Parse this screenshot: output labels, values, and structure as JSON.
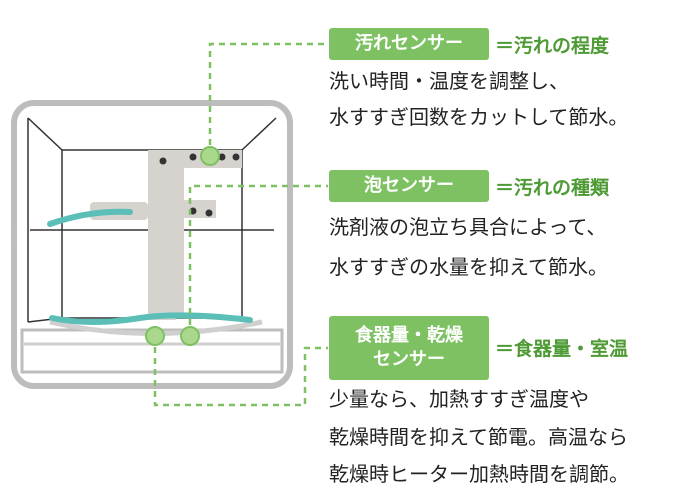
{
  "colors": {
    "accent_green": "#7dc162",
    "dark_green": "#4e9a35",
    "dishwasher_outline": "#bdbdbd",
    "nozzle_gray": "#d6d3cf",
    "water_teal": "#5bbfb8",
    "text": "#222222"
  },
  "sensors": [
    {
      "name": "汚れセンサー",
      "equals": "＝汚れの程度",
      "lines": [
        "洗い時間・温度を調整し、",
        "水すすぎ回数をカットして節水。"
      ]
    },
    {
      "name": "泡センサー",
      "equals": "＝汚れの種類",
      "lines": [
        "洗剤液の泡立ち具合によって、",
        "水すすぎの水量を抑えて節水。"
      ]
    },
    {
      "name_lines": [
        "食器量・乾燥",
        "センサー"
      ],
      "equals": "＝食器量・室温",
      "lines": [
        "少量なら、加熱すすぎ温度や",
        "乾燥時間を抑えて節電。高温なら",
        "乾燥時ヒーター加熱時間を調節。"
      ]
    }
  ]
}
